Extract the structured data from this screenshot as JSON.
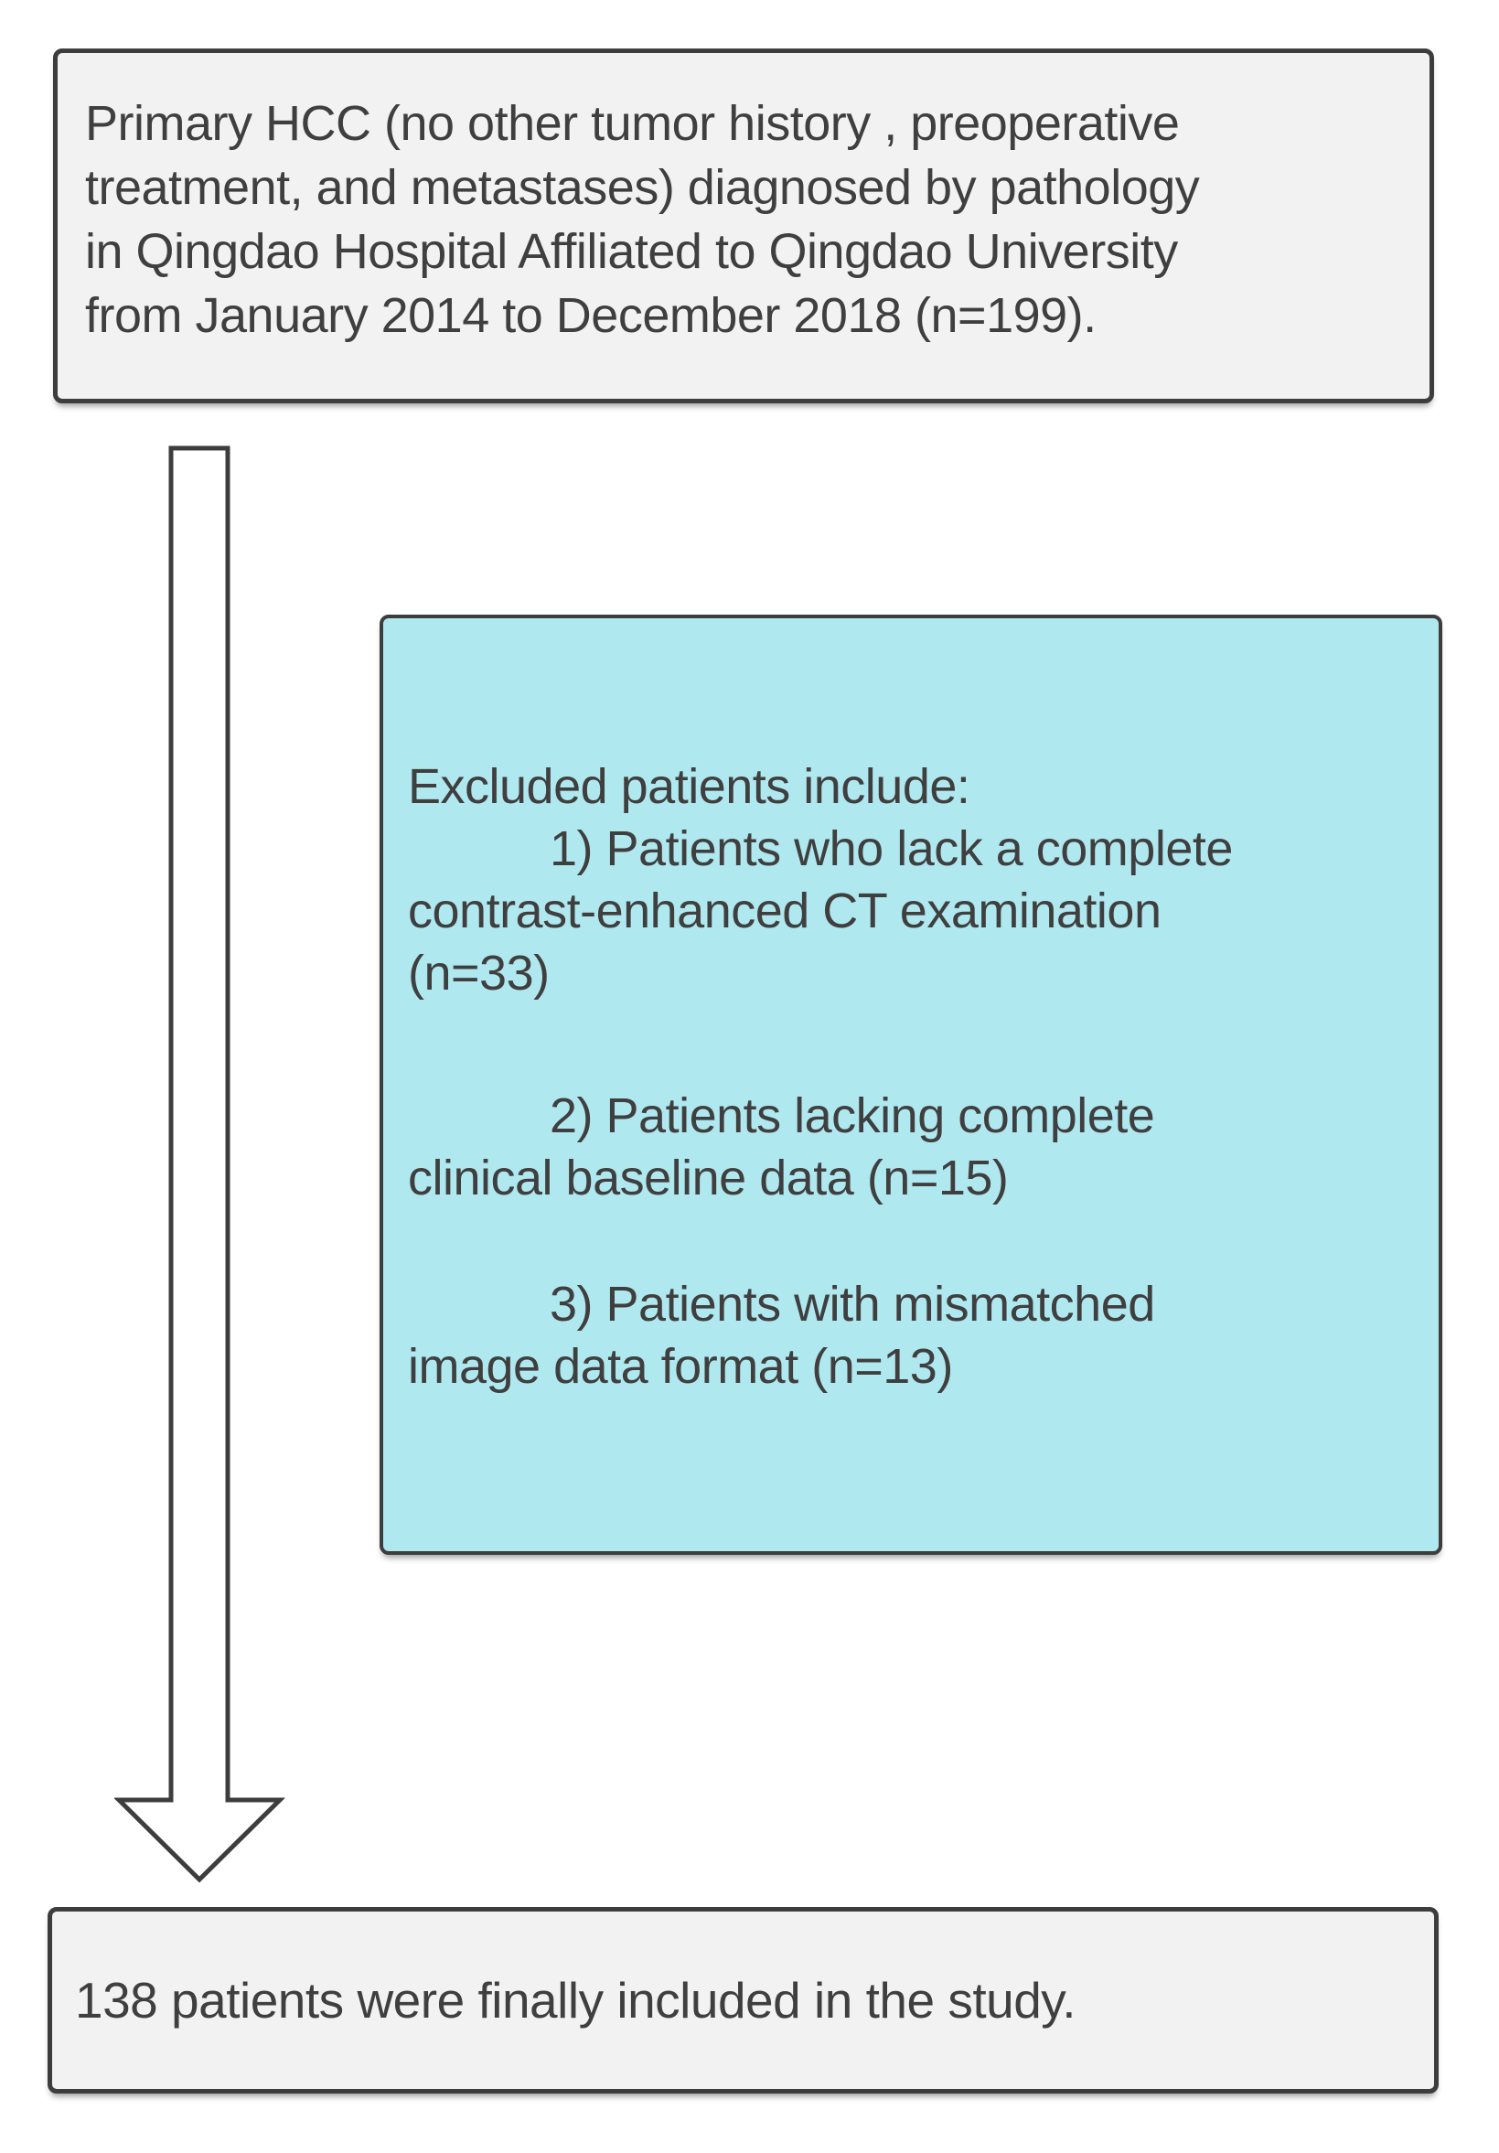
{
  "diagram": {
    "source_box": {
      "lines": [
        "Primary HCC (no other tumor history , preoperative",
        "treatment, and metastases) diagnosed by pathology",
        "in Qingdao Hospital Affiliated to Qingdao University",
        "from January 2014 to December 2018 (n=199)."
      ]
    },
    "excluded_box": {
      "title": "Excluded patients include:",
      "items": [
        {
          "lines": [
            "1) Patients who lack a complete",
            "contrast-enhanced CT examination",
            "(n=33)"
          ]
        },
        {
          "lines": [
            "2) Patients lacking complete",
            "clinical baseline data (n=15)"
          ]
        },
        {
          "lines": [
            "3) Patients with mismatched",
            "image data format (n=13)"
          ]
        }
      ]
    },
    "result_box": {
      "text": "138 patients were finally included in the study."
    },
    "icons": {
      "arrow": "down-arrow-icon"
    },
    "colors": {
      "box_fill": "#f2f2f2",
      "excluded_fill": "#b0e8f0",
      "border": "#3d3d3d",
      "text": "#3f3f3f",
      "arrow_fill": "#ffffff"
    }
  }
}
